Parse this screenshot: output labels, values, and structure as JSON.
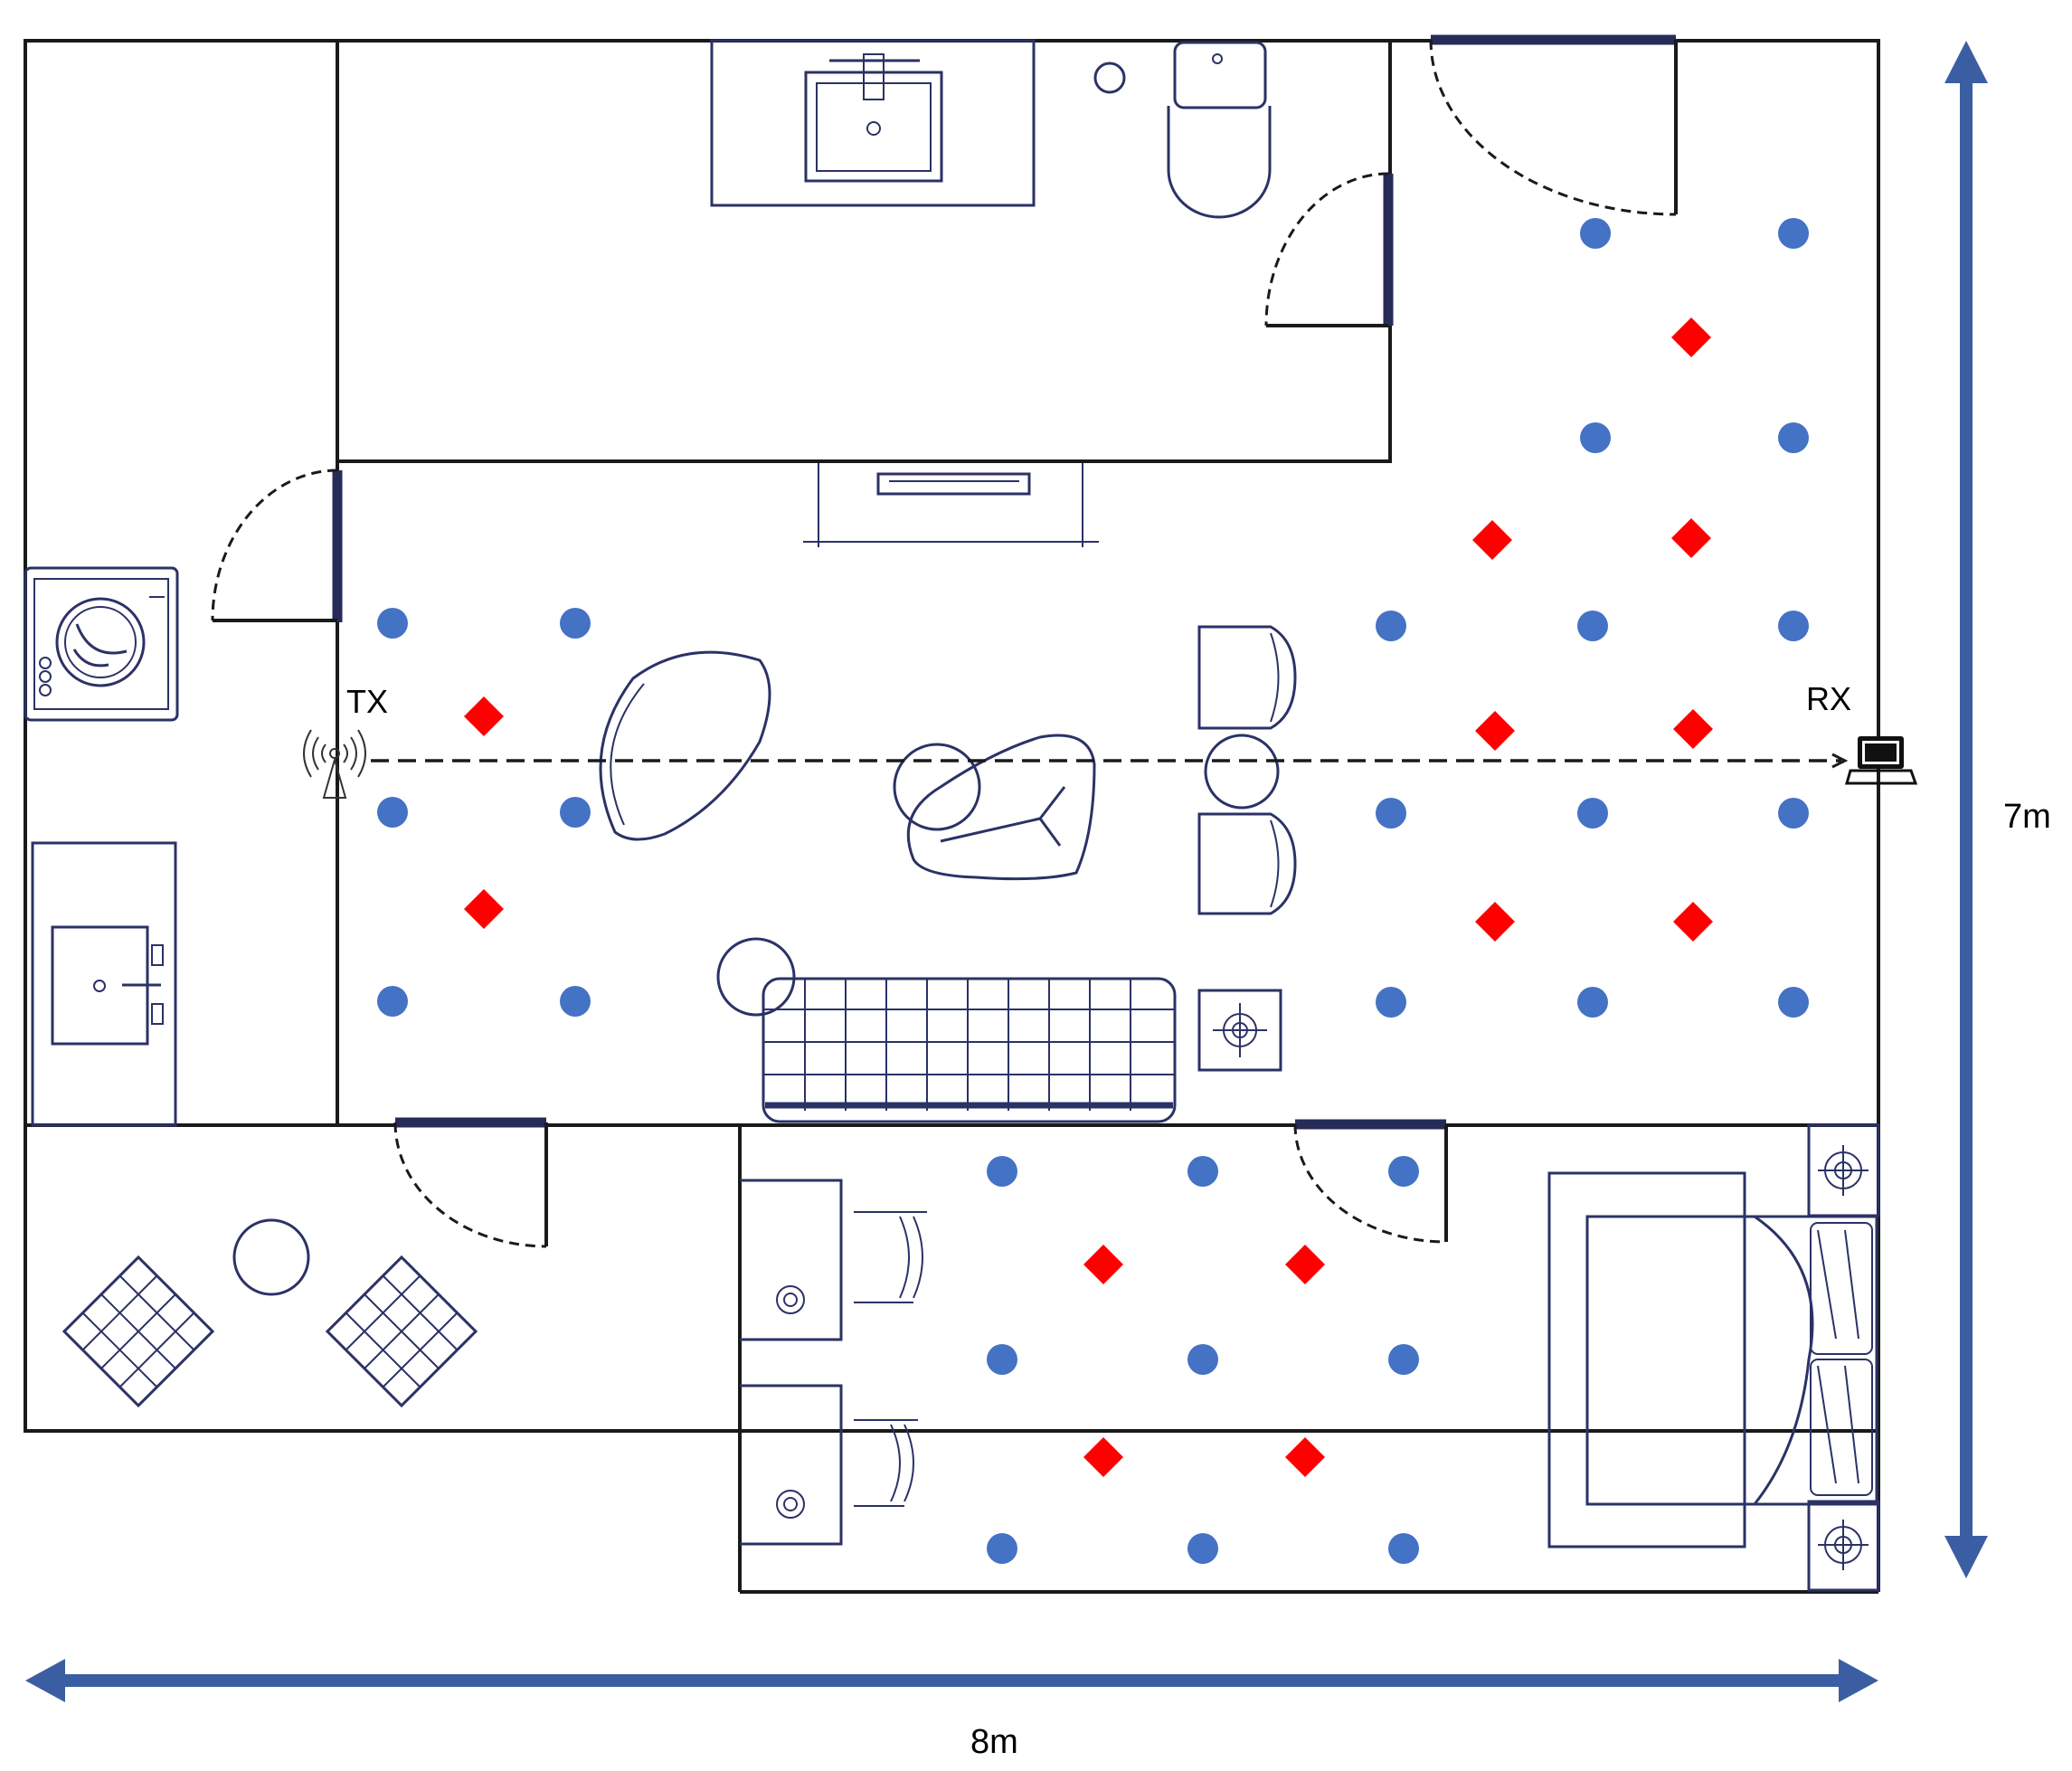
{
  "labels": {
    "tx": "TX",
    "rx": "RX",
    "width": "8m",
    "height": "7m"
  },
  "colors": {
    "blue_point": "#4472c4",
    "red_point": "#ff0000",
    "dimension_arrow": "#3b5ea3",
    "wall": "#1a1a1a",
    "furniture": "#2b3266"
  },
  "icons": {
    "transmitter": "radio-tower-icon",
    "receiver": "laptop-icon"
  }
}
